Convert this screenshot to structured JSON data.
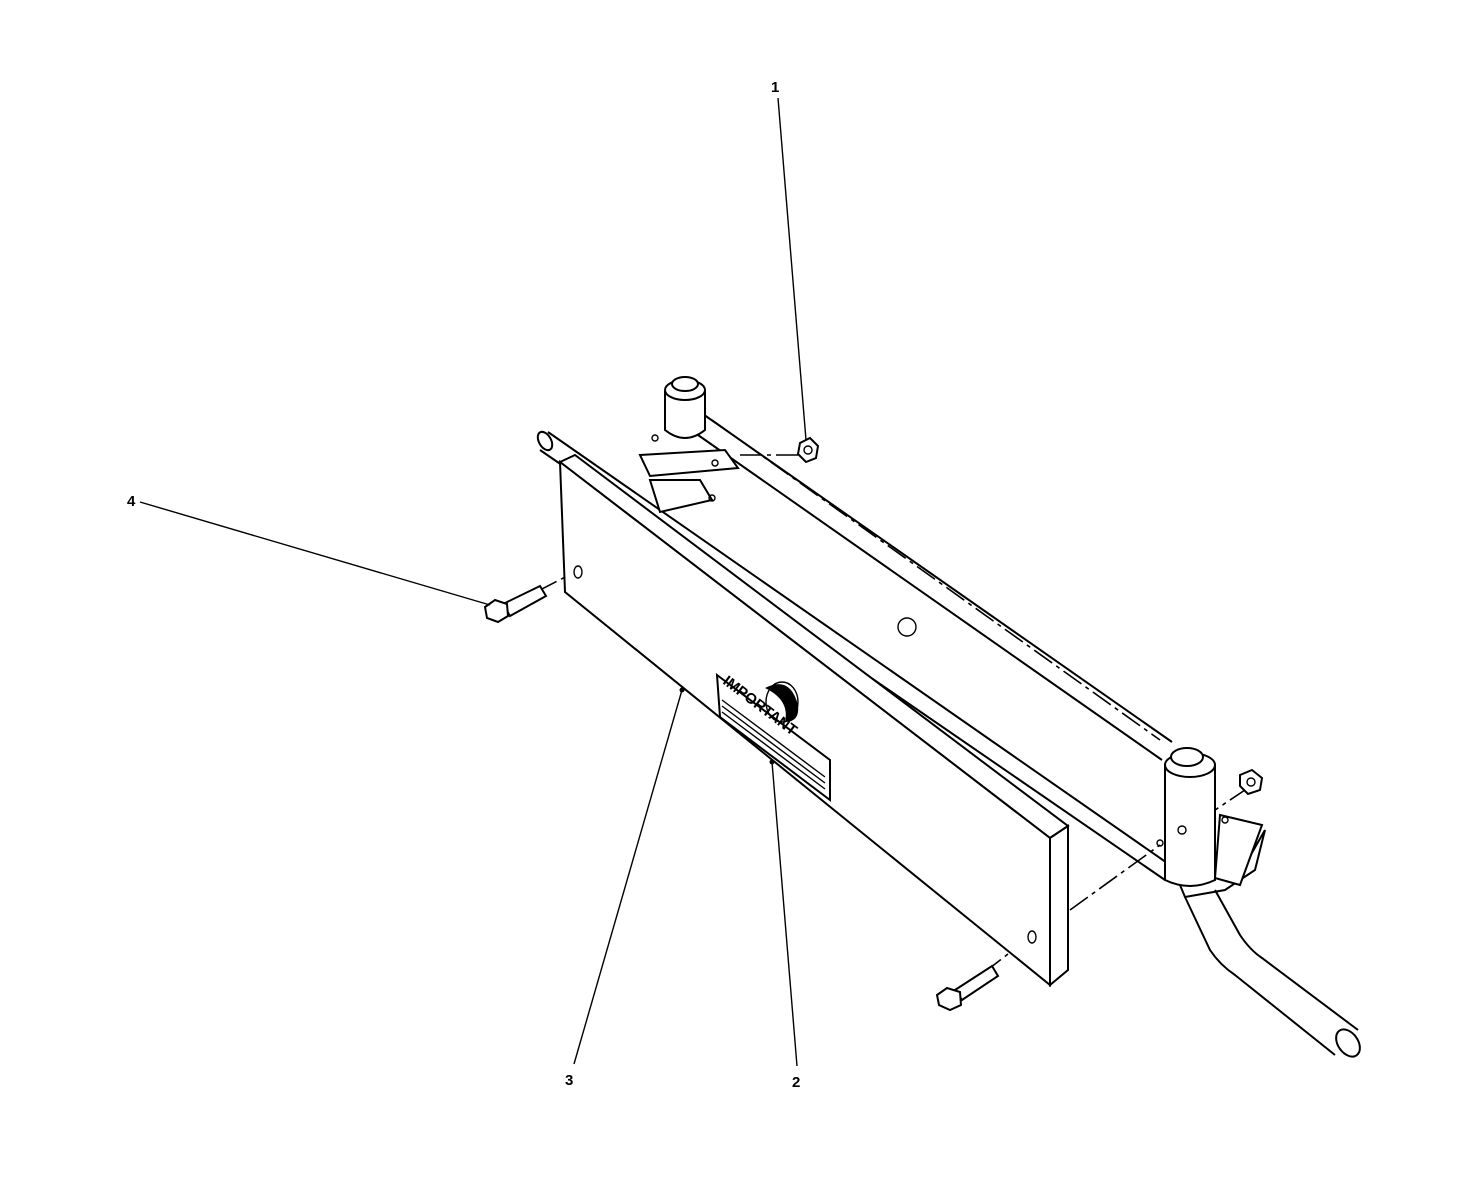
{
  "diagram": {
    "callouts": [
      {
        "id": "1",
        "label": "1"
      },
      {
        "id": "2",
        "label": "2"
      },
      {
        "id": "3",
        "label": "3"
      },
      {
        "id": "4",
        "label": "4"
      }
    ],
    "decal_text": "IMPORTANT",
    "line_color": "#000000",
    "background": "#ffffff"
  }
}
